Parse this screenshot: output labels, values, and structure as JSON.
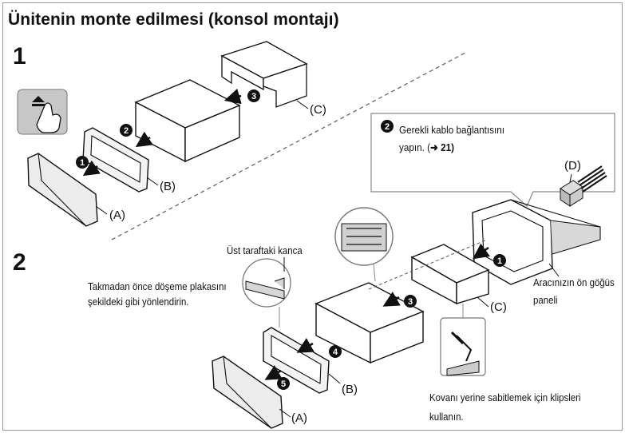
{
  "title": "Ünitenin monte edilmesi (konsol montajı)",
  "steps": [
    "1",
    "2"
  ],
  "markers": [
    "1",
    "2",
    "3",
    "4",
    "5"
  ],
  "part_labels": {
    "a": "(A)",
    "b": "(B)",
    "c": "(C)",
    "d": "(D)"
  },
  "callout": {
    "badge": "2",
    "line1": "Gerekli kablo bağlantısını",
    "line2_prefix": "yapın. (",
    "arrow": "➜",
    "line2_ref": " 21)"
  },
  "notes": {
    "hook": "Üst taraftaki kanca",
    "orient_line1": "Takmadan önce döşeme plakasını",
    "orient_line2": "şekildeki gibi yönlendirin.",
    "dash_line1": "Aracınızın ön göğüs",
    "dash_line2": "paneli",
    "clip_line1": "Kovanı yerine sabitlemek için klipsleri",
    "clip_line2": "kullanın."
  },
  "icons": [
    "eject-button-icon",
    "pointing-hand-icon",
    "wiring-connector-icon",
    "magnifier-detail-icon"
  ]
}
